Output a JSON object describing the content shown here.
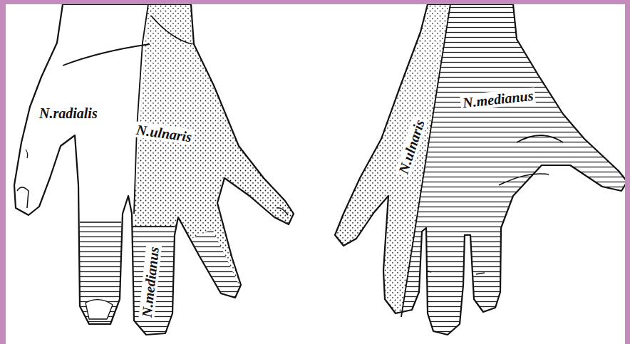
{
  "diagram": {
    "labels": [
      "N.radialis",
      "N.ulnaris",
      "N.medianus",
      "N.ulnaris",
      "N.medianus"
    ]
  }
}
